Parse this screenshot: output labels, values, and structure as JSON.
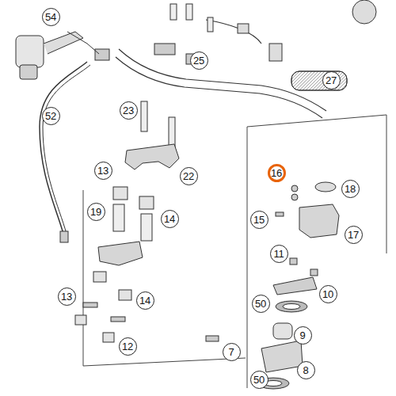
{
  "diagram": {
    "labels": [
      "54",
      "25",
      "27",
      "52",
      "23",
      "22",
      "16",
      "18",
      "13",
      "19",
      "14",
      "15",
      "17",
      "11",
      "10",
      "50",
      "13",
      "14",
      "7",
      "9",
      "12",
      "50",
      "8"
    ]
  }
}
